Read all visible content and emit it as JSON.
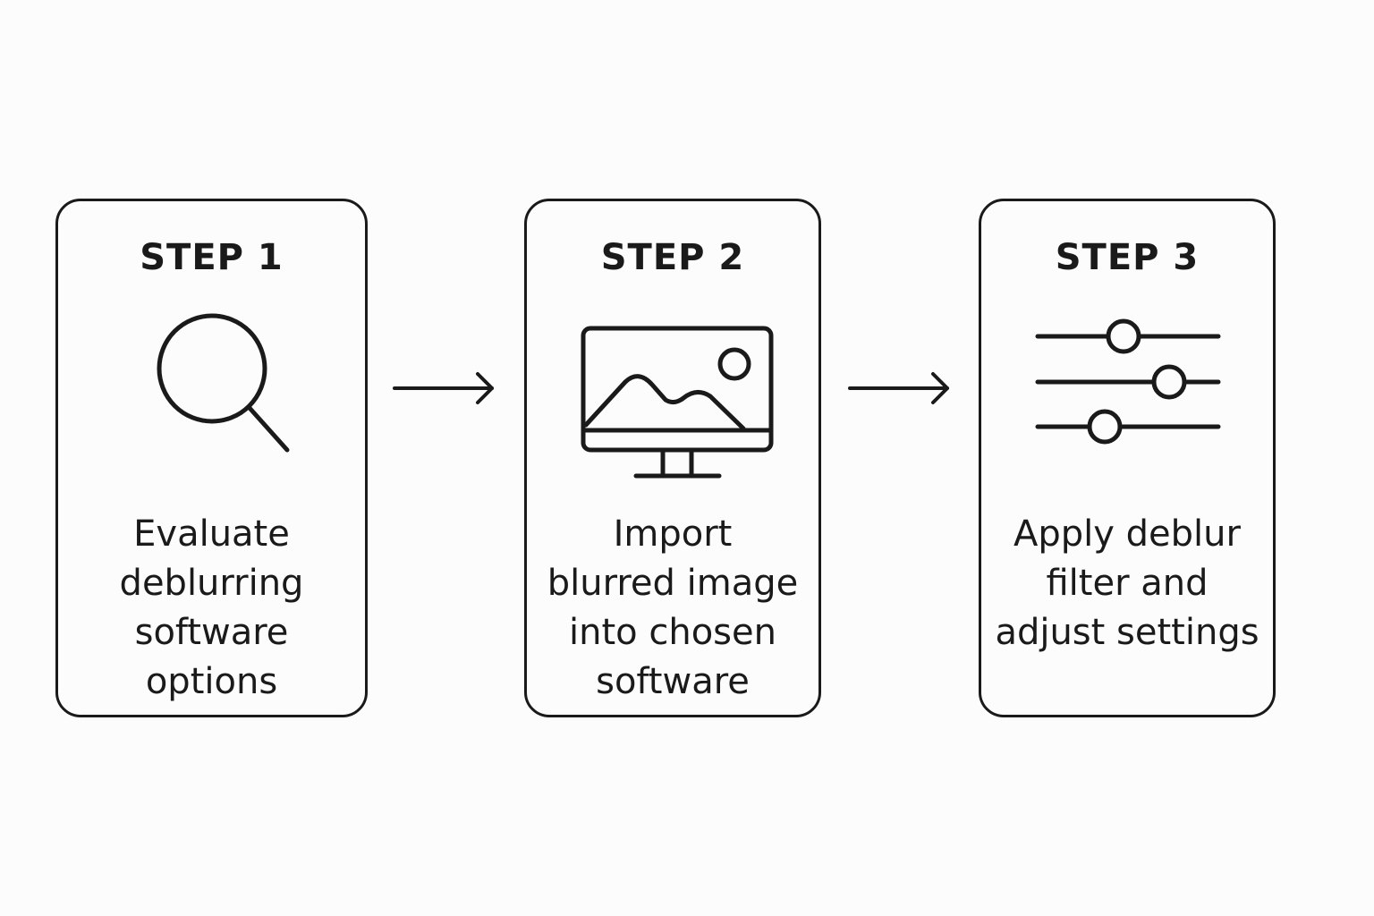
{
  "steps": [
    {
      "title": "STEP 1",
      "text": "Evaluate\ndeblurring\nsoftware\noptions",
      "icon": "search-icon"
    },
    {
      "title": "STEP 2",
      "text": "Import\nblurred image\ninto chosen\nsoftware",
      "icon": "monitor-image-icon"
    },
    {
      "title": "STEP 3",
      "text": "Apply deblur\nfilter and\nadjust settings",
      "icon": "sliders-icon"
    }
  ]
}
